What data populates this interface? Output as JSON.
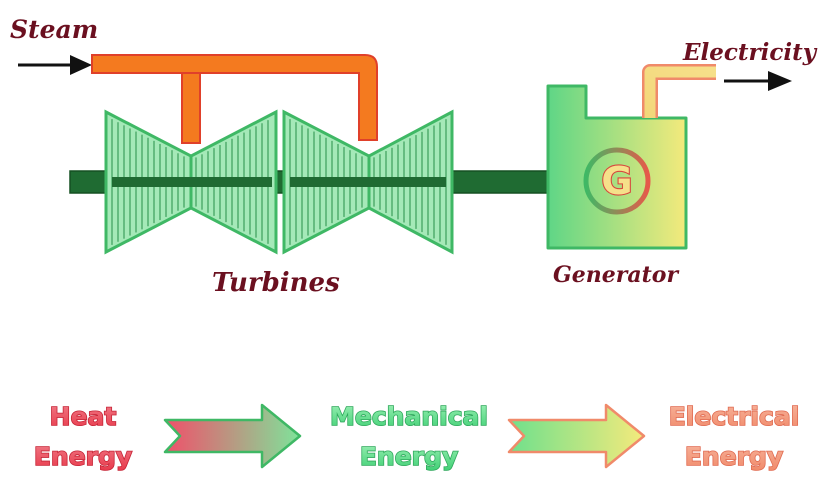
{
  "labels": {
    "steam": "Steam",
    "electricity": "Electricity",
    "turbines": "Turbines",
    "generator": "Generator",
    "generator_symbol": "G"
  },
  "flow": [
    {
      "line1": "Heat",
      "line2": "Energy"
    },
    {
      "line1": "Mechanical",
      "line2": "Energy"
    },
    {
      "line1": "Electrical",
      "line2": "Energy"
    }
  ],
  "colors": {
    "label_text": "#6b1020",
    "steam_pipe": "#f47a1f",
    "steam_pipe_edge": "#e0402a",
    "turbine_fill": "#a5e9b8",
    "turbine_edge": "#3fb865",
    "shaft": "#1f6b32",
    "generator_green": "#6fdc8c",
    "generator_yellow": "#f2e87a",
    "heat": "#e8394b",
    "mechanical": "#3fcf74",
    "electrical": "#f08a6a"
  },
  "icons": {
    "input_arrow": "arrow-right-icon",
    "output_arrow": "arrow-right-icon",
    "generator_symbol": "generator-g-icon"
  }
}
